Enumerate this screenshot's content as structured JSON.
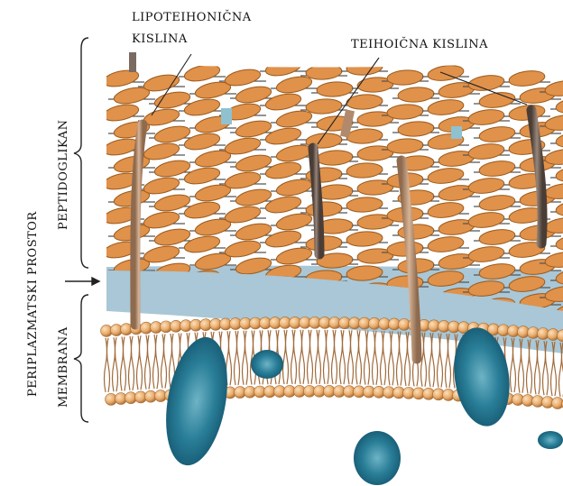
{
  "labels": {
    "lipoteichoic": [
      "LIPOTEIHONIČNA",
      "KISLINA"
    ],
    "teichoic": "TEIHOIČNA KISLINA",
    "peptidoglycan": "PEPTIDOGLIKAN",
    "periplasmic": "PERIPLAZMATSKI PROSTOR",
    "membrane": "MEMBRANA"
  },
  "colors": {
    "sugar": "#e0914a",
    "sugar_dark": "#9a5a1c",
    "peptide": "#555555",
    "periplasm": "#a9c7d6",
    "head": "#f0c08a",
    "head_dark": "#a86a30",
    "protein": "#1f6b85",
    "lipoteichoic_rod": "#c79c7a",
    "teichoic_rod": "#7a6a60"
  }
}
